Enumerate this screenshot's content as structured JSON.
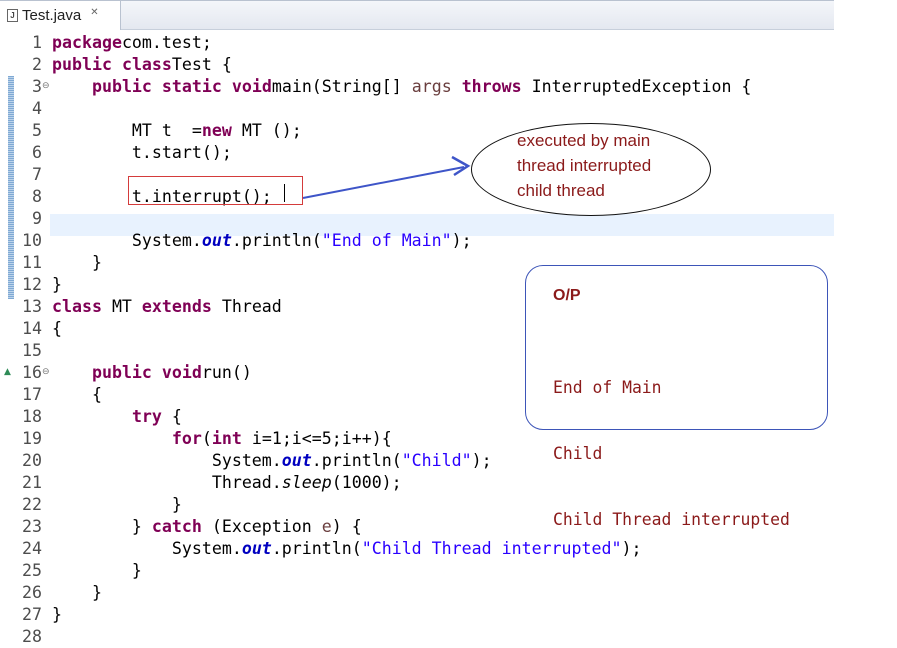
{
  "tab": {
    "label": "Test.java",
    "icon": "java-file-icon",
    "close_icon": "close-icon"
  },
  "lines": [
    {
      "n": "1",
      "tokens": [
        [
          "kw",
          "package"
        ],
        [
          "",
          "com.test;"
        ]
      ]
    },
    {
      "n": "2",
      "tokens": [
        [
          "kw",
          "public"
        ],
        [
          "",
          ""
        ],
        [
          "kw",
          "class"
        ],
        [
          "",
          "Test {"
        ]
      ]
    },
    {
      "n": "3",
      "tokens": [
        [
          "",
          "    "
        ],
        [
          "kw",
          "public"
        ],
        [
          "",
          ""
        ],
        [
          "kw",
          "static"
        ],
        [
          "",
          ""
        ],
        [
          "kw",
          "void"
        ],
        [
          "",
          "main(String[] "
        ],
        [
          "var",
          "args"
        ],
        [
          "",
          " "
        ],
        [
          "kw",
          "throws"
        ],
        [
          "",
          " InterruptedException {"
        ]
      ]
    },
    {
      "n": "4",
      "tokens": []
    },
    {
      "n": "5",
      "tokens": [
        [
          "",
          "        MT t  ="
        ],
        [
          "kw",
          "new"
        ],
        [
          "",
          " MT ();"
        ]
      ]
    },
    {
      "n": "6",
      "tokens": [
        [
          "",
          "        t.start();"
        ]
      ]
    },
    {
      "n": "7",
      "tokens": []
    },
    {
      "n": "8",
      "tokens": [
        [
          "",
          "        t.interrupt();"
        ]
      ]
    },
    {
      "n": "9",
      "tokens": []
    },
    {
      "n": "10",
      "tokens": [
        [
          "",
          "        System."
        ],
        [
          "fld",
          "out"
        ],
        [
          "",
          ".println("
        ],
        [
          "str",
          "\"End of Main\""
        ],
        [
          "",
          ");"
        ]
      ]
    },
    {
      "n": "11",
      "tokens": [
        [
          "",
          "    }"
        ]
      ]
    },
    {
      "n": "12",
      "tokens": [
        [
          "",
          "}"
        ]
      ]
    },
    {
      "n": "13",
      "tokens": [
        [
          "kw",
          "class"
        ],
        [
          "",
          " MT "
        ],
        [
          "kw",
          "extends"
        ],
        [
          "",
          " Thread"
        ]
      ]
    },
    {
      "n": "14",
      "tokens": [
        [
          "",
          "{"
        ]
      ]
    },
    {
      "n": "15",
      "tokens": []
    },
    {
      "n": "16",
      "tokens": [
        [
          "",
          "    "
        ],
        [
          "kw",
          "public"
        ],
        [
          "",
          ""
        ],
        [
          "kw",
          "void"
        ],
        [
          "",
          "run()"
        ]
      ]
    },
    {
      "n": "17",
      "tokens": [
        [
          "",
          "    {"
        ]
      ]
    },
    {
      "n": "18",
      "tokens": [
        [
          "",
          "        "
        ],
        [
          "kw",
          "try"
        ],
        [
          "",
          " {"
        ]
      ]
    },
    {
      "n": "19",
      "tokens": [
        [
          "",
          "            "
        ],
        [
          "kw",
          "for"
        ],
        [
          "",
          "("
        ],
        [
          "kw",
          "int"
        ],
        [
          "",
          " i=1;i<=5;i++){"
        ]
      ]
    },
    {
      "n": "20",
      "tokens": [
        [
          "",
          "                System."
        ],
        [
          "fld",
          "out"
        ],
        [
          "",
          ".println("
        ],
        [
          "str",
          "\"Child\""
        ],
        [
          "",
          ");"
        ]
      ]
    },
    {
      "n": "21",
      "tokens": [
        [
          "",
          "                Thread."
        ],
        [
          "it",
          "sleep"
        ],
        [
          "",
          "(1000);"
        ]
      ]
    },
    {
      "n": "22",
      "tokens": [
        [
          "",
          "            }"
        ]
      ]
    },
    {
      "n": "23",
      "tokens": [
        [
          "",
          "        } "
        ],
        [
          "kw",
          "catch"
        ],
        [
          "",
          " (Exception "
        ],
        [
          "var",
          "e"
        ],
        [
          "",
          ") {"
        ]
      ]
    },
    {
      "n": "24",
      "tokens": [
        [
          "",
          "            System."
        ],
        [
          "fld",
          "out"
        ],
        [
          "",
          ".println("
        ],
        [
          "str",
          "\"Child Thread interrupted\""
        ],
        [
          "",
          ");"
        ]
      ]
    },
    {
      "n": "25",
      "tokens": [
        [
          "",
          "        }"
        ]
      ]
    },
    {
      "n": "26",
      "tokens": [
        [
          "",
          "    }"
        ]
      ]
    },
    {
      "n": "27",
      "tokens": [
        [
          "",
          "}"
        ]
      ]
    },
    {
      "n": "28",
      "tokens": []
    }
  ],
  "annotation": {
    "lines": [
      "executed by main",
      "thread interrupted",
      "child thread"
    ]
  },
  "output": {
    "title": "O/P",
    "lines": [
      "End of Main",
      "Child",
      "Child Thread interrupted"
    ]
  },
  "colors": {
    "keyword": "#7f0055",
    "string": "#2a00ff",
    "field": "#0000c0",
    "annotation": "#8b1a1a",
    "box": "#3d55b8",
    "arrow": "#3e55c8"
  }
}
